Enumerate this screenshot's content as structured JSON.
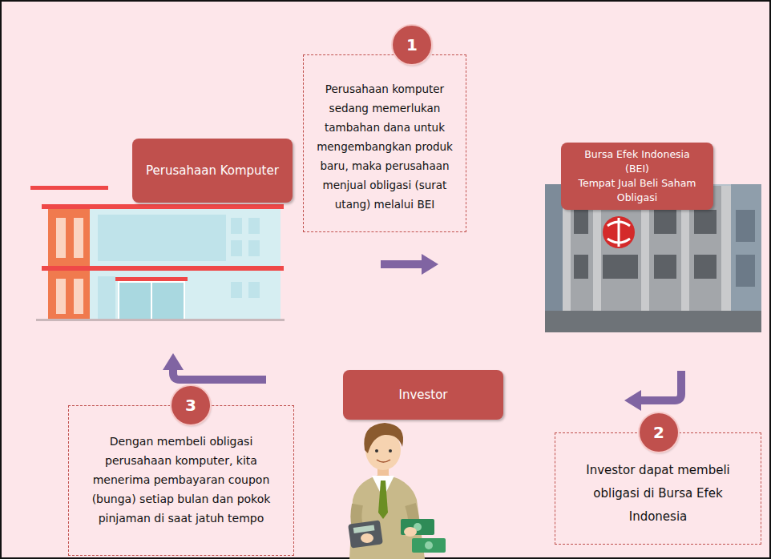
{
  "diagram": {
    "nodes": [
      {
        "text": [
          "1"
        ]
      },
      {
        "text": [
          "Perusahaan komputer sedang memerlukan tambahan dana untuk mengembangkan produk baru, maka perusahaan menjual obligasi (surat utang) melalui BEI"
        ]
      },
      {
        "text": [
          "Perusahaan Komputer"
        ]
      },
      {
        "text": [
          "Bursa Efek Indonesia (BEI)",
          "Tempat Jual Beli Saham Obligasi"
        ]
      },
      {
        "text": [
          "2"
        ]
      },
      {
        "text": [
          "Investor dapat membeli obligasi di Bursa Efek Indonesia"
        ]
      },
      {
        "text": [
          "Investor"
        ]
      },
      {
        "text": [
          "3"
        ]
      },
      {
        "text": [
          "Dengan membeli obligasi perusahaan komputer, kita menerima pembayaran coupon (bunga) setiap bulan dan pokok pinjaman di saat jatuh tempo"
        ]
      }
    ]
  }
}
